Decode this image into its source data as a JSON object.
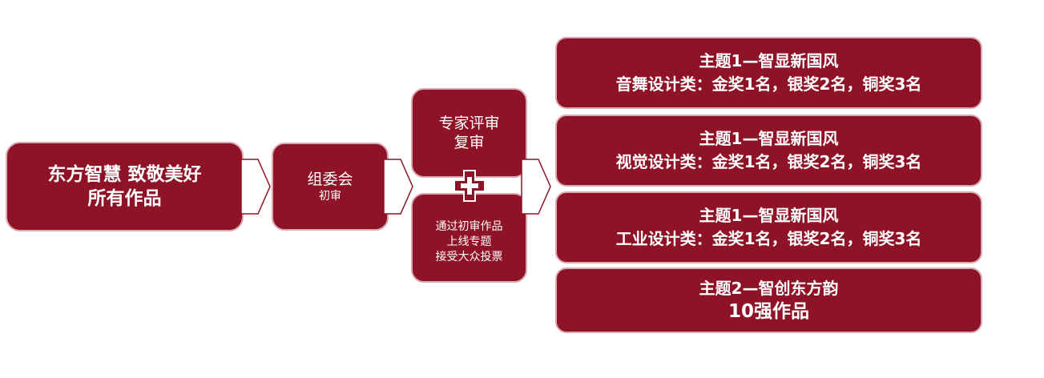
{
  "start": {
    "line1": "东方智慧 致敬美好",
    "line2": "所有作品"
  },
  "committee": {
    "line1": "组委会",
    "line2": "初审"
  },
  "expert": {
    "line1": "专家评审",
    "line2": "复审"
  },
  "public": {
    "line1": "通过初审作品",
    "line2": "上线专题",
    "line3": "接受大众投票"
  },
  "results": [
    {
      "line1": "主题1—智显新国风",
      "line2": "音舞设计类：金奖1名，银奖2名，铜奖3名"
    },
    {
      "line1": "主题1—智显新国风",
      "line2": "视觉设计类：金奖1名，银奖2名，铜奖3名"
    },
    {
      "line1": "主题1—智显新国风",
      "line2": "工业设计类：金奖1名，银奖2名，铜奖3名"
    },
    {
      "line1": "主题2—智创东方韵",
      "line2": "10强作品"
    }
  ],
  "colors": {
    "box_fill": "#8f1326",
    "box_border": "#d9aab2",
    "arrow_fill": "#ffffff",
    "arrow_stroke": "#8f1326"
  },
  "icons": {
    "arrow": "chevron-arrow-right",
    "plus": "plus-cross"
  }
}
